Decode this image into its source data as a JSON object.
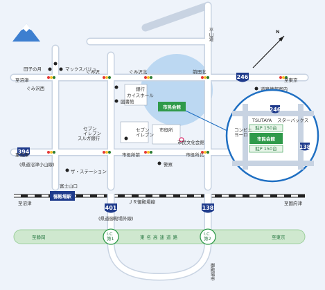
{
  "colors": {
    "road": "#ffffff",
    "road_outline": "#c8d3e2",
    "background": "#eef3fa",
    "rail": "#222222",
    "station": "#1f3b8c",
    "city_hall": "#2f9a4a",
    "highway_band": "#cfe8cf",
    "highlight_circle": "#bcd8f2",
    "route_shield": "#1f3b8c"
  },
  "icons": [
    "mount-fuji-icon",
    "compass-arrow-icon",
    "route-shield-icon",
    "traffic-signal-icon",
    "landmark-dot-icon",
    "post-office-icon"
  ],
  "labels": {
    "fuji_label": "田子の月",
    "maxvalu": "マックスバリュ",
    "to_numazu_top": "至沼津",
    "to_tokyo_top": "至東京",
    "kumizawa_west": "ぐみ沢西",
    "kumizawa": "ぐみ沢",
    "kumizawa_north": "ぐみ沢北",
    "maeda_north": "前田北",
    "hirayama_road": "平山道",
    "road_info": "道路情報案内",
    "bank": "銀行",
    "kaikan": "カイスホール",
    "library": "図書館",
    "city_hall_main": "市民会館",
    "seven1": "セブン\nイレブン",
    "seven2": "セブン\nイレブン",
    "suruga_bank": "スルガ銀行",
    "shiyakusho": "市役所",
    "shiminbunka": "市民文化会館",
    "shiyakusho_mae": "市役所前",
    "shiyakusho_north": "市役所北",
    "police": "警察",
    "to_numazu_mid": "至沼津",
    "route_394": "394",
    "numazu_old_road": "(県道沼津小山線)",
    "the_station": "ザ・ステーション",
    "fujiyama_guchi": "富士山口",
    "station_name": "御殿場駅",
    "jr_line": "ＪＲ御殿場線",
    "to_numazu_rail": "至沼津",
    "to_kozu": "至国府津",
    "route_401": "401",
    "kanadaka": "(県道御殿場外線)",
    "route_138_bottom": "138",
    "to_shizuoka": "至静岡",
    "tomei": "東名高速道路",
    "ic_1": "I.C\n第1",
    "ic_2": "I.C\n第2",
    "to_tokyo_bottom": "至東京",
    "gotemba_pref": "御殿場市",
    "route_246": "246",
    "inset_tsutaya": "TSUTAYA",
    "inset_starbucks": "スターバックス",
    "inset_cityhall": "市民会館",
    "inset_parking1": "駐P 150台",
    "inset_parking2": "駐P 150台",
    "inset_246": "246",
    "inset_138": "138",
    "inset_info": "コンビニ\nヨーロ"
  }
}
